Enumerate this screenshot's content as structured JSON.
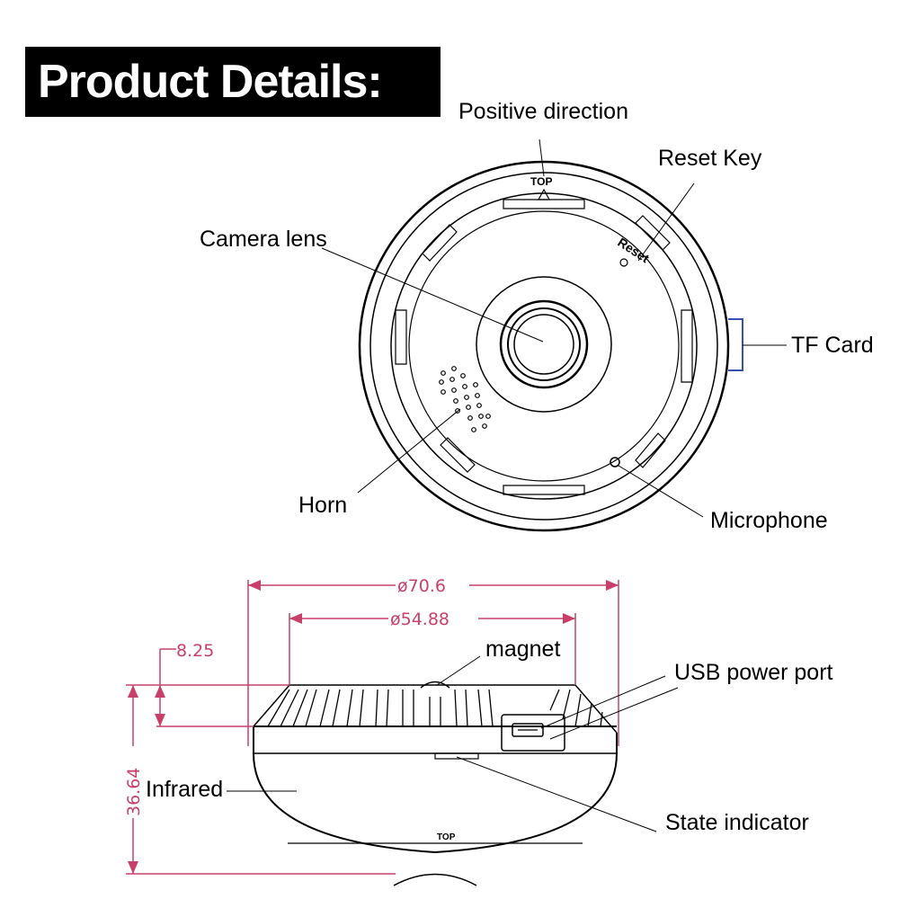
{
  "title": "Product Details:",
  "labels": {
    "positive_direction": "Positive direction",
    "reset_key": "Reset Key",
    "camera_lens": "Camera lens",
    "tf_card": "TF Card",
    "horn": "Horn",
    "microphone": "Microphone",
    "magnet": "magnet",
    "usb_power_port": "USB power port",
    "infrared": "Infrared",
    "state_indicator": "State indicator"
  },
  "device_marks": {
    "top": "TOP",
    "reset": "Reset",
    "top_side": "TOP"
  },
  "dimensions": {
    "outer_diameter": "ø70.6",
    "inner_diameter": "ø54.88",
    "rim_height": "8.25",
    "total_height": "36.64"
  },
  "colors": {
    "dimension": "#c8406a",
    "tf_card": "#3a4fb0",
    "title_bg": "#000000",
    "title_fg": "#ffffff"
  }
}
